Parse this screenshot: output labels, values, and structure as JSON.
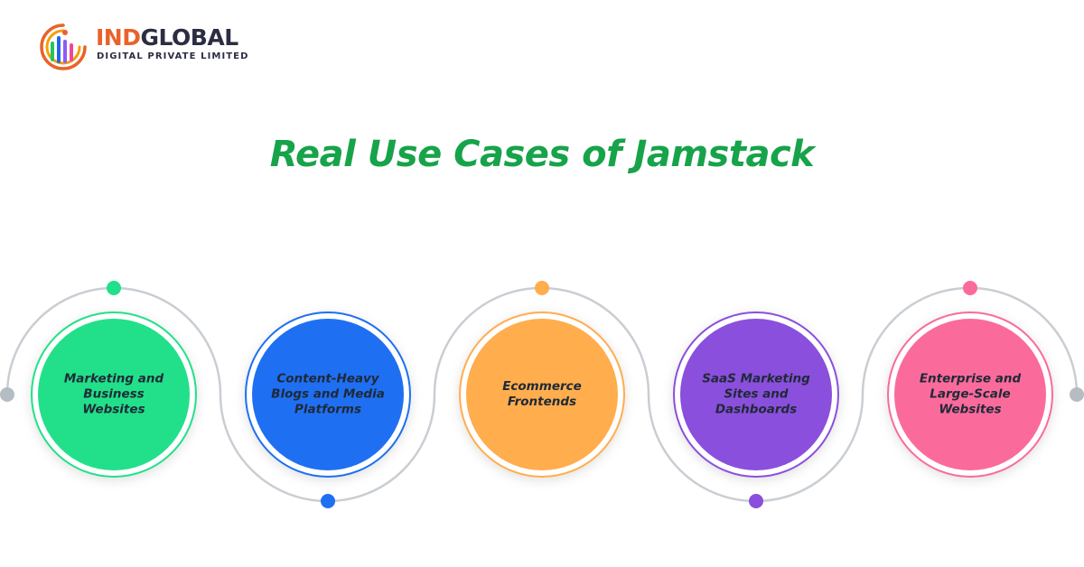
{
  "brand": {
    "name_part1": "IND",
    "name_part2": "GLOBAL",
    "tagline": "DIGITAL PRIVATE LIMITED",
    "mark_colors": [
      "#e8632b",
      "#f59e0b",
      "#22c55e",
      "#2563eb",
      "#8b5cf6",
      "#ec4899"
    ]
  },
  "title": "Real Use Cases of Jamstack",
  "use_cases": [
    {
      "label": "Marketing and Business Websites",
      "color": "#22e089",
      "dot_color": "#22e089",
      "dot_position": "top"
    },
    {
      "label": "Content-Heavy Blogs and Media Platforms",
      "color": "#1f6ff2",
      "dot_color": "#1f6ff2",
      "dot_position": "bottom"
    },
    {
      "label": "Ecommerce Frontends",
      "color": "#ffad4d",
      "dot_color": "#ffad4d",
      "dot_position": "top"
    },
    {
      "label": "SaaS Marketing Sites and Dashboards",
      "color": "#8a4fdc",
      "dot_color": "#8a4fdc",
      "dot_position": "bottom"
    },
    {
      "label": "Enterprise and Large-Scale Websites",
      "color": "#fa6b9c",
      "dot_color": "#fa6b9c",
      "dot_position": "top"
    }
  ],
  "colors": {
    "title": "#17a34a",
    "wave_line": "#c9ced3",
    "end_dot": "#b5bcc2",
    "text": "#1f2937"
  }
}
